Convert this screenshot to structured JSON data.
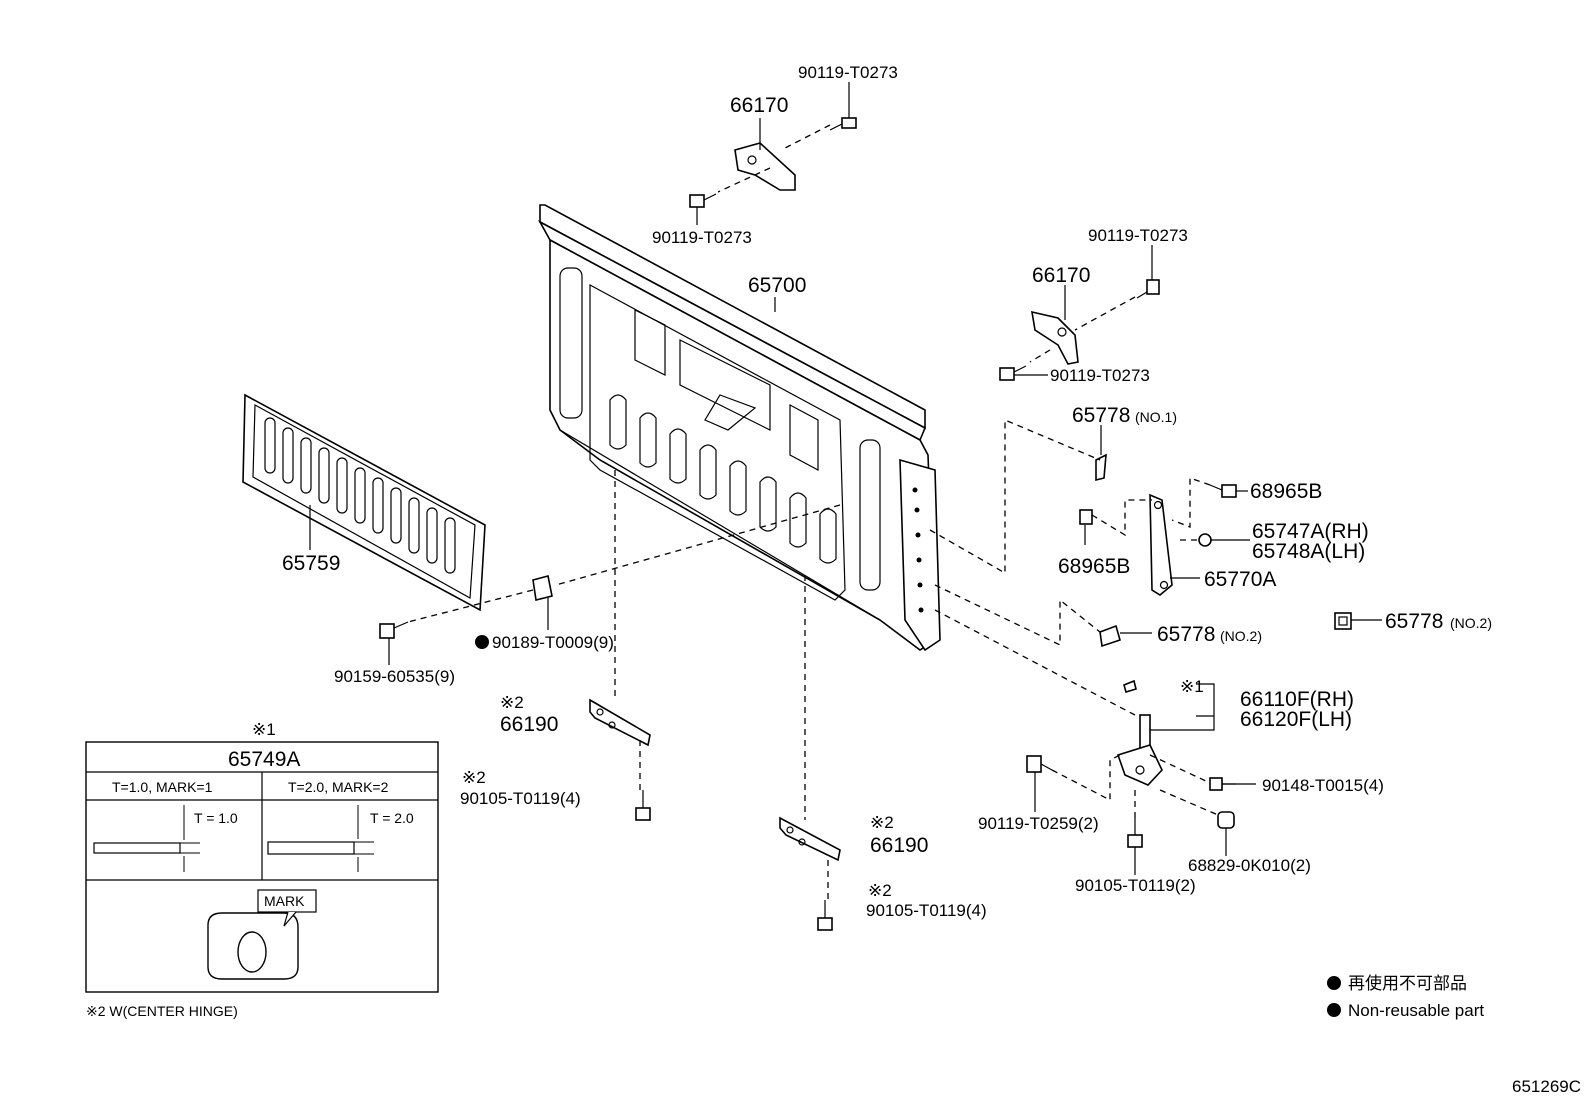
{
  "parts": {
    "p66170_top": "66170",
    "bolt_top_a": "90119-T0273",
    "bolt_top_b": "90119-T0273",
    "panel": "65700",
    "p66170_right": "66170",
    "bolt_right_a": "90119-T0273",
    "bolt_right_b": "90119-T0273",
    "p65778_no1": "65778",
    "no1": "(NO.1)",
    "bolt_68965b_a": "68965B",
    "bolt_68965b_b": "68965B",
    "p65747a": "65747A(RH)",
    "p65748a": "65748A(LH)",
    "p65770a": "65770A",
    "p65778_no2_a": "65778",
    "no2_a": "(NO.2)",
    "p65778_no2_b": "65778",
    "no2_b": "(NO.2)",
    "cover": "65759",
    "clip": "90189-T0009(9)",
    "screw": "90159-60535(9)",
    "hinge_left": "66190",
    "hinge_center": "66190",
    "bolt_hinge_left": "90105-T0119(4)",
    "bolt_hinge_center": "90105-T0119(4)",
    "hinge_rh": "66110F(RH)",
    "hinge_lh": "66120F(LH)",
    "bolt_90148": "90148-T0015(4)",
    "bolt_90119_t0259": "90119-T0259(2)",
    "bushing": "68829-0K010(2)",
    "bolt_90105_2": "90105-T0119(2)"
  },
  "marks": {
    "note1": "※1",
    "note2": "※2"
  },
  "shim_table": {
    "title": "65749A",
    "col1": "T=1.0, MARK=1",
    "col2": "T=2.0, MARK=2",
    "t1": "T = 1.0",
    "t2": "T = 2.0",
    "mark_label": "MARK"
  },
  "footnote": "※2  W(CENTER HINGE)",
  "legend": {
    "jp": "再使用不可部品",
    "en": "Non-reusable part"
  },
  "diagram_code": "651269C"
}
